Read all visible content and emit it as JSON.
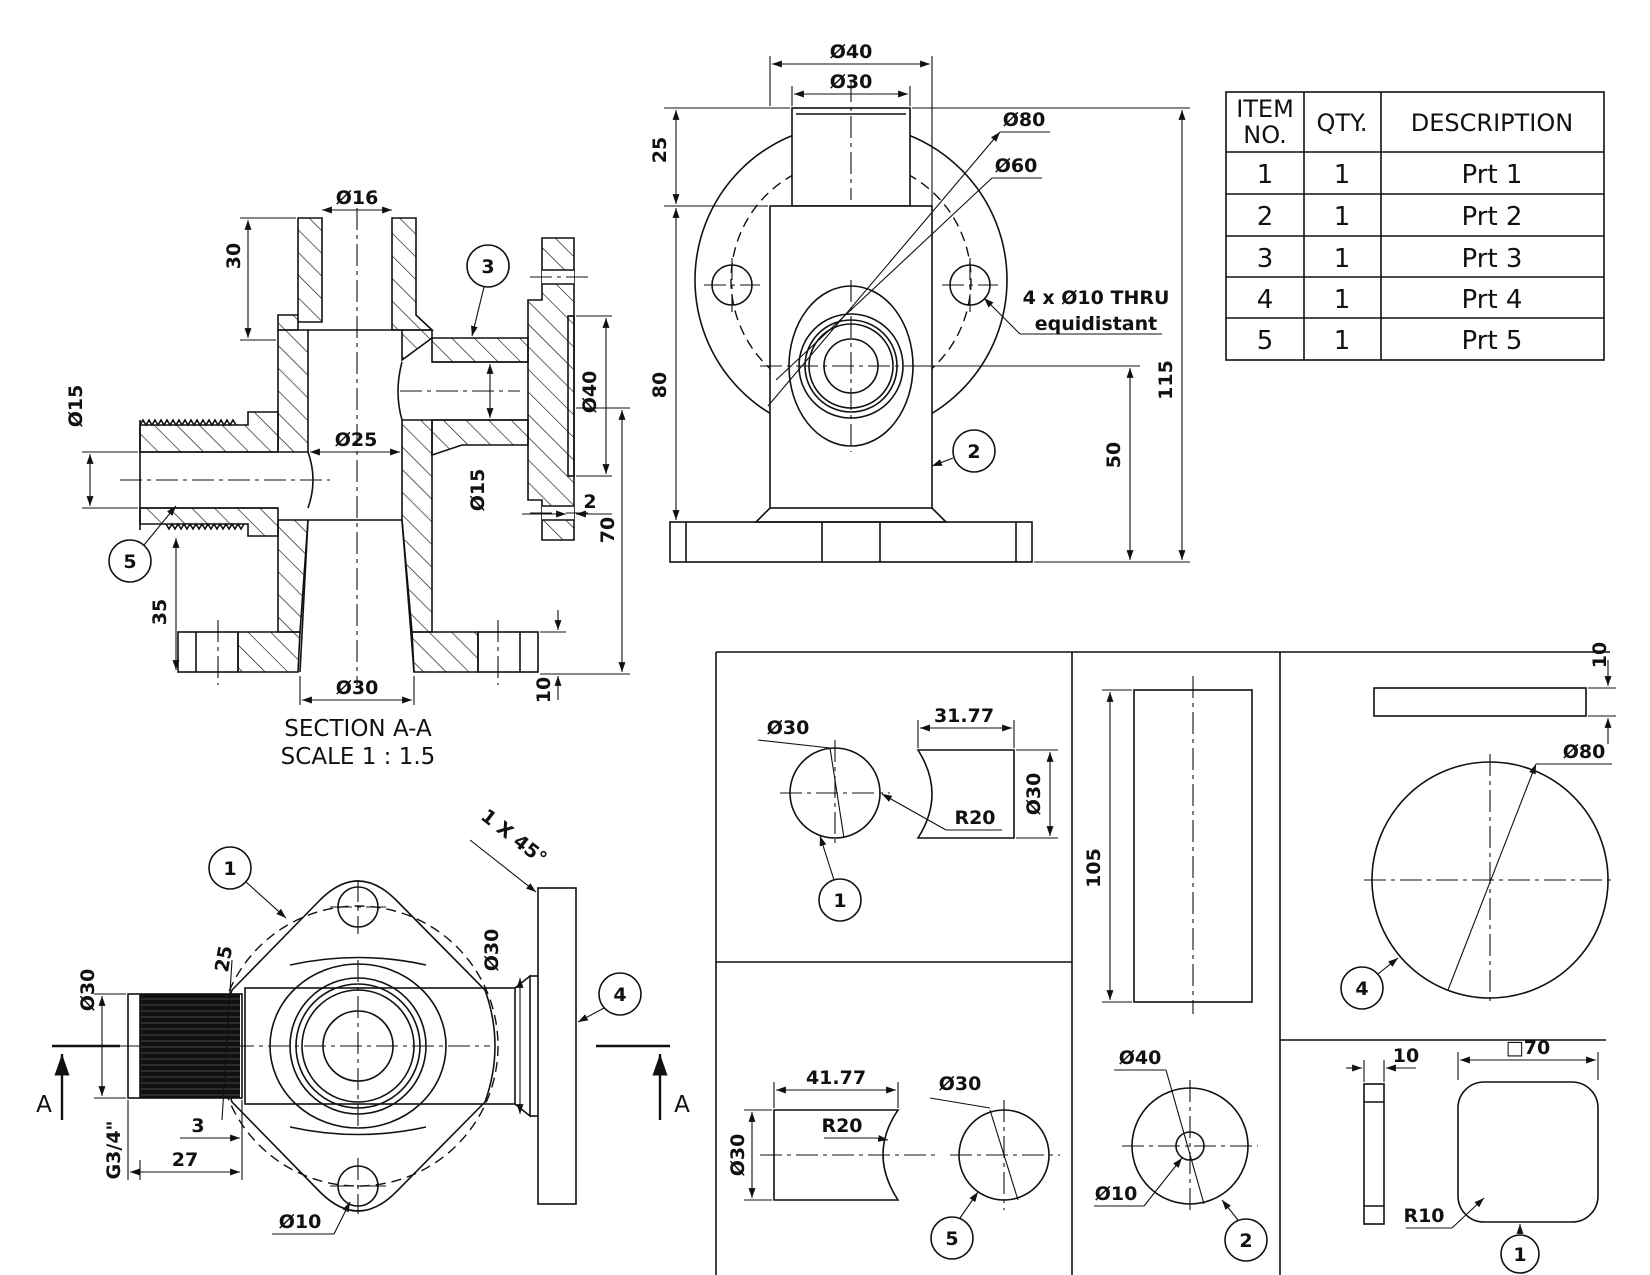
{
  "bom": {
    "headers": {
      "item": "ITEM",
      "item2": "NO.",
      "qty": "QTY.",
      "desc": "DESCRIPTION"
    },
    "rows": [
      {
        "item": "1",
        "qty": "1",
        "desc": "Prt 1"
      },
      {
        "item": "2",
        "qty": "1",
        "desc": "Prt 2"
      },
      {
        "item": "3",
        "qty": "1",
        "desc": "Prt 3"
      },
      {
        "item": "4",
        "qty": "1",
        "desc": "Prt 4"
      },
      {
        "item": "5",
        "qty": "1",
        "desc": "Prt 5"
      }
    ]
  },
  "section": {
    "title": "SECTION A-A",
    "scale": "SCALE 1 : 1.5",
    "dims": {
      "d16": "Ø16",
      "h30": "30",
      "d15_left": "Ø15",
      "d25": "Ø25",
      "d40": "Ø40",
      "d15_mid": "Ø15",
      "w2": "2",
      "h70": "70",
      "h35": "35",
      "d30": "Ø30",
      "h10": "10"
    },
    "balloons": {
      "b3": "3",
      "b5": "5"
    }
  },
  "front": {
    "dims": {
      "d40": "Ø40",
      "d30": "Ø30",
      "d80": "Ø80",
      "d60": "Ø60",
      "h25": "25",
      "h80": "80",
      "h50": "50",
      "h115": "115",
      "holes1": "4 x Ø10 THRU",
      "holes2": "equidistant"
    },
    "balloons": {
      "b2": "2"
    }
  },
  "top": {
    "dims": {
      "chamfer": "1 X 45°",
      "d30_left": "Ø30",
      "h25": "25",
      "d30_right": "Ø30",
      "g34": "G3/4\"",
      "w3": "3",
      "w27": "27",
      "d10": "Ø10"
    },
    "balloons": {
      "b1": "1",
      "b4": "4"
    },
    "section_marks": {
      "left": "A",
      "right": "A"
    }
  },
  "parts": {
    "p1": {
      "d30": "Ø30",
      "len": "31.77",
      "r20": "R20",
      "d30_side": "Ø30",
      "balloon": "1"
    },
    "p5": {
      "len": "41.77",
      "d30": "Ø30",
      "r20": "R20",
      "d30_side": "Ø30",
      "balloon": "5"
    },
    "p2": {
      "h105": "105",
      "d40": "Ø40",
      "d10": "Ø10",
      "balloon": "2"
    },
    "p4": {
      "h10": "10",
      "d80": "Ø80",
      "balloon": "4"
    },
    "p1b": {
      "w10": "10",
      "sq70": "□70",
      "r10": "R10",
      "balloon": "1"
    }
  }
}
